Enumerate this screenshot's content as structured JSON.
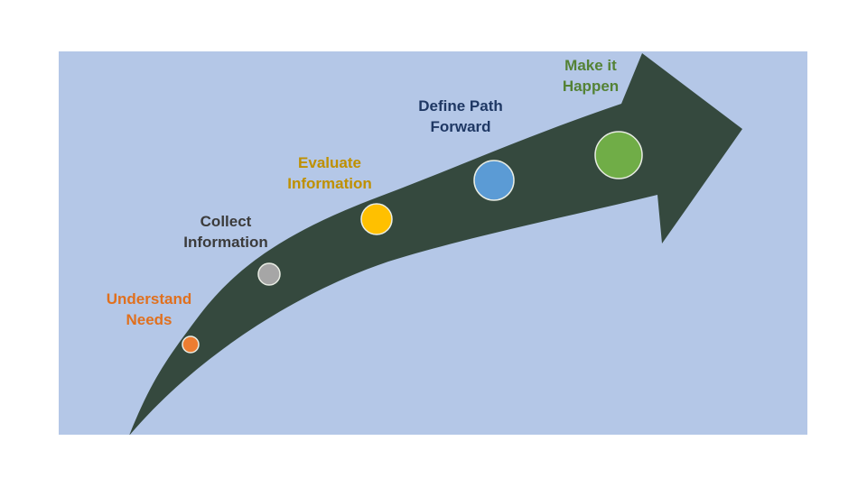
{
  "slide": {
    "canvas_color": "#FFFFFF",
    "background_color": "#B4C7E7",
    "arrow_color": "#35493E",
    "dot_outline_color": "#E9EDE4"
  },
  "steps": [
    {
      "lines": [
        "Understand",
        "Needs"
      ],
      "text_color": "#E0701E",
      "dot_color": "#ED7D31"
    },
    {
      "lines": [
        "Collect",
        "Information"
      ],
      "text_color": "#3B3B3B",
      "dot_color": "#A6A6A6"
    },
    {
      "lines": [
        "Evaluate",
        "Information"
      ],
      "text_color": "#BF9000",
      "dot_color": "#FFC000"
    },
    {
      "lines": [
        "Define Path",
        "Forward"
      ],
      "text_color": "#1F3864",
      "dot_color": "#5B9BD5"
    },
    {
      "lines": [
        "Make it",
        "Happen"
      ],
      "text_color": "#548235",
      "dot_color": "#70AD47"
    }
  ]
}
